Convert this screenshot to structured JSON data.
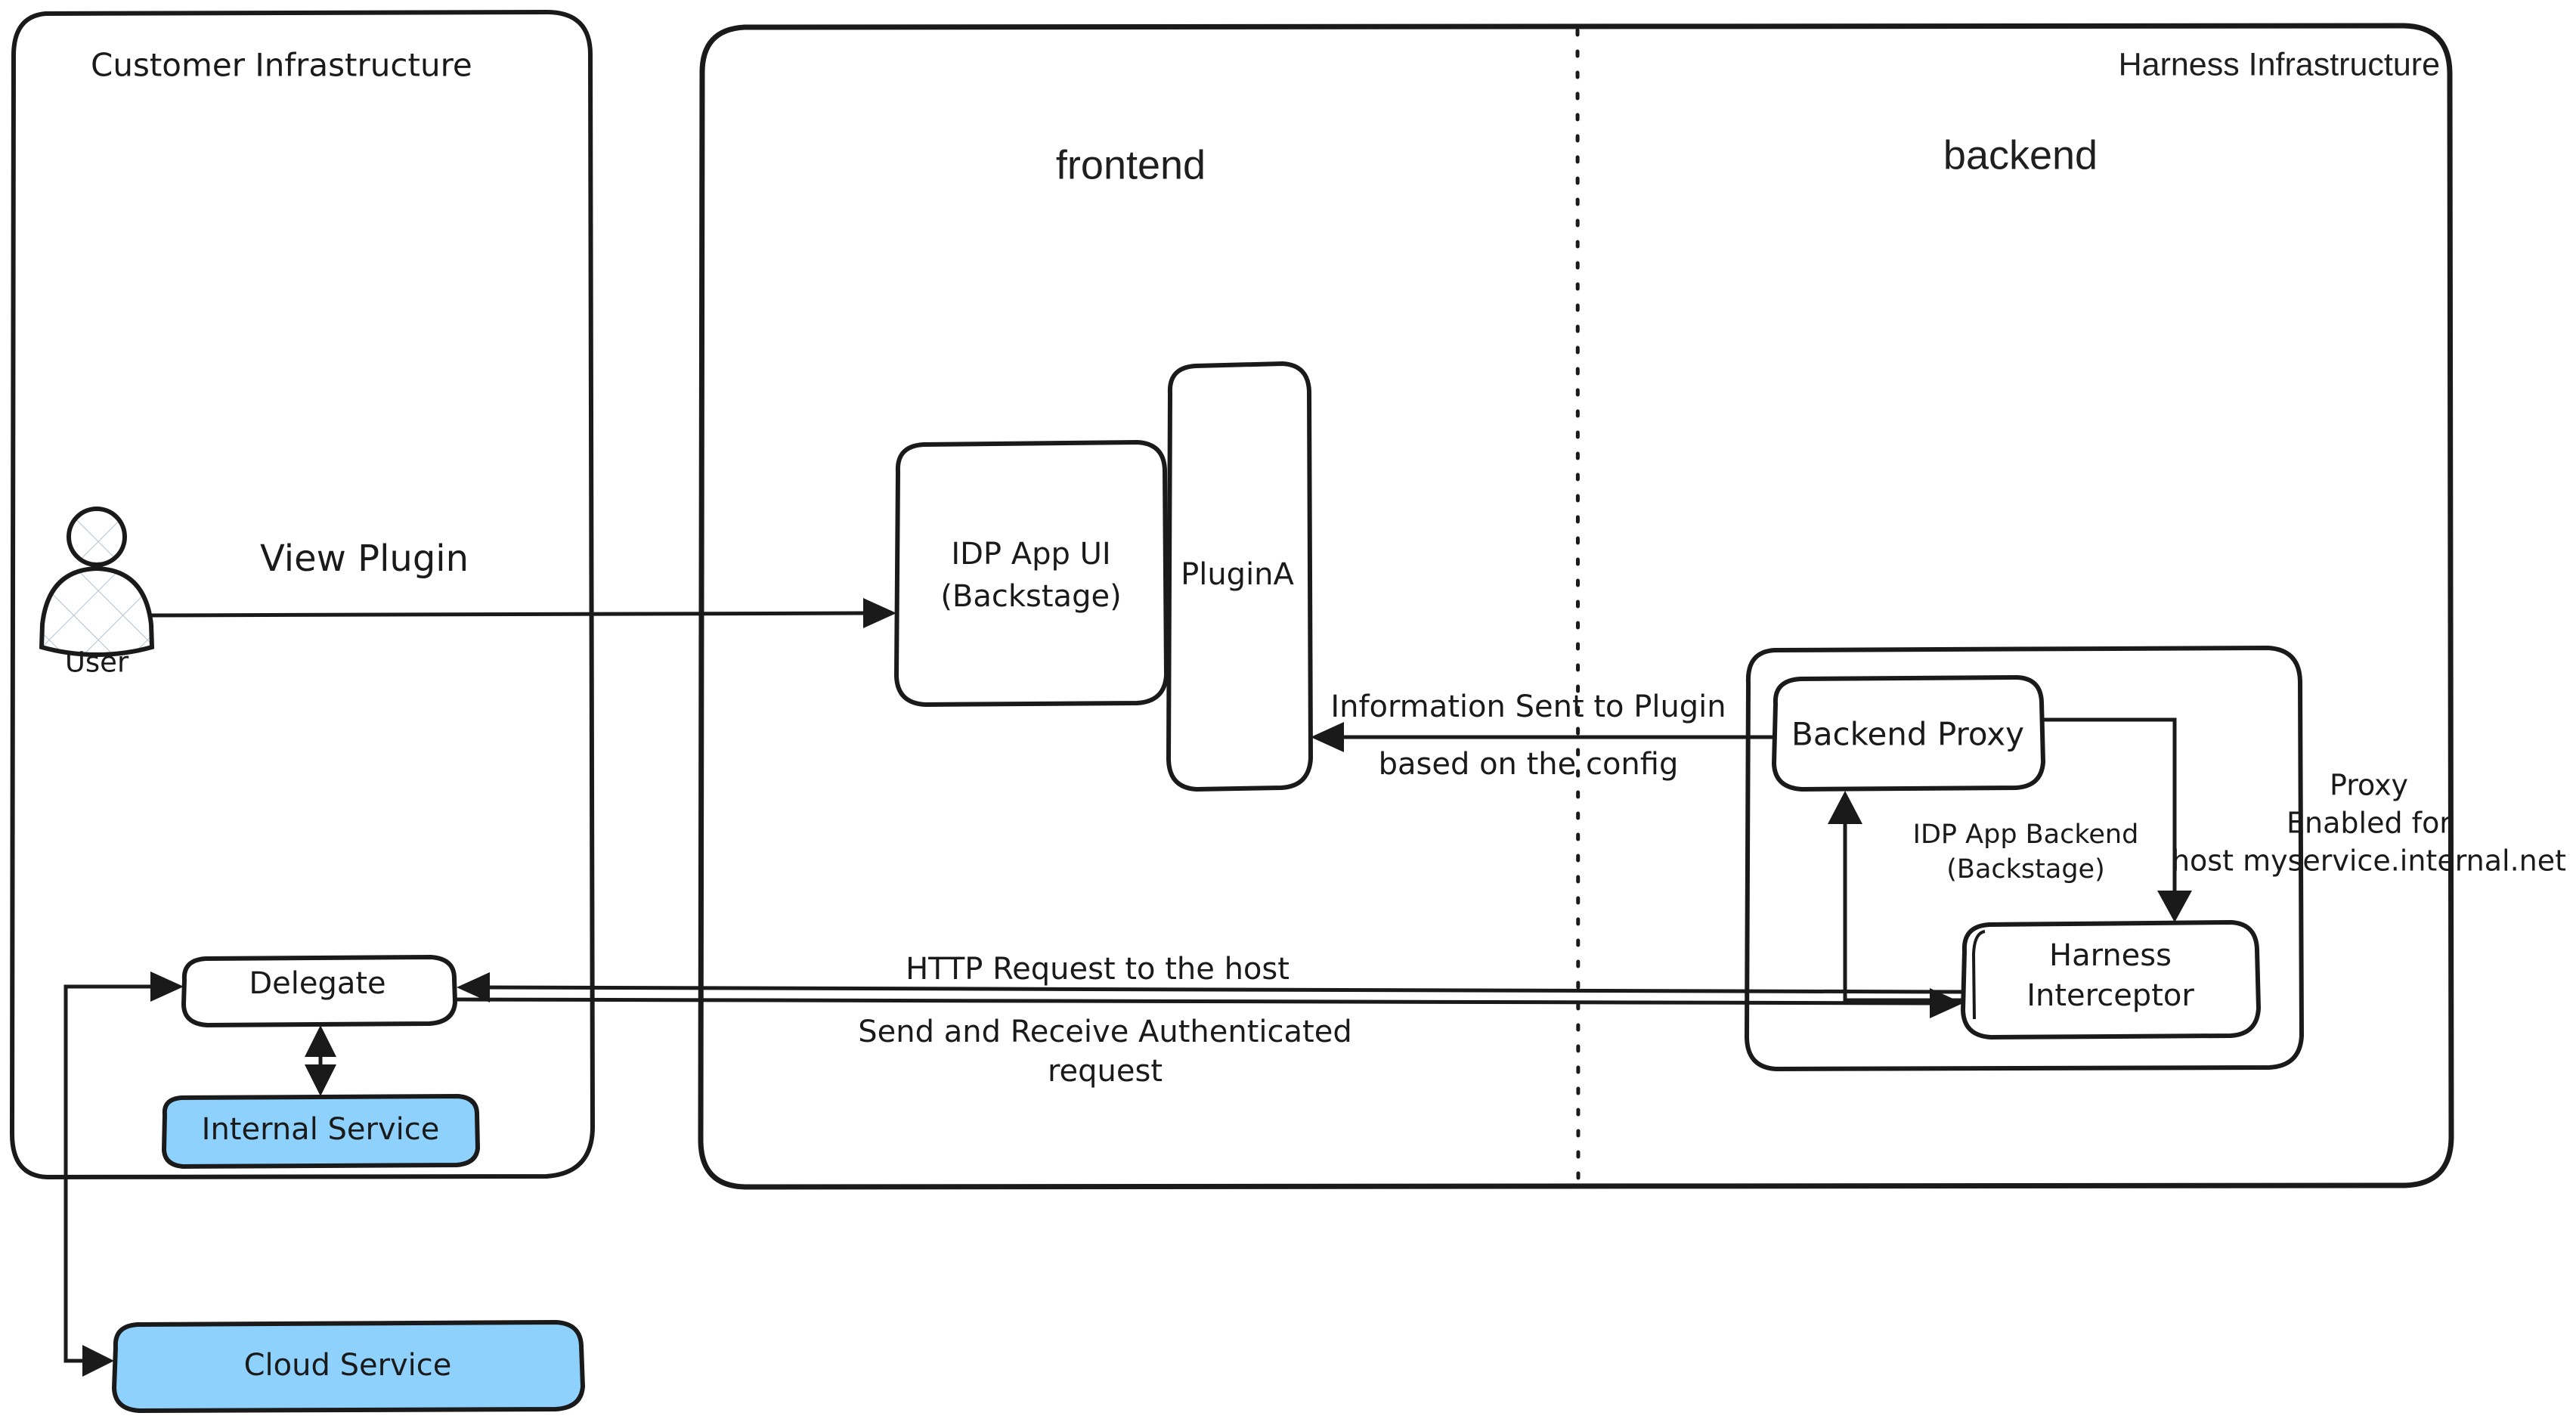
{
  "diagram": {
    "title": "Harness IDP Plugin Proxy Architecture",
    "colors": {
      "stroke": "#1a1a1a",
      "background": "#ffffff",
      "service_fill": "#8ed1fc",
      "hatch": "#b9c6d4"
    }
  },
  "containers": {
    "customer": {
      "label": "Customer Infrastructure"
    },
    "harness": {
      "label": "Harness Infrastructure"
    },
    "backend_app": {
      "label": "IDP App Backend\n(Backstage)",
      "line1": "IDP App Backend",
      "line2": "(Backstage)"
    }
  },
  "sections": {
    "frontend": {
      "label": "frontend"
    },
    "backend": {
      "label": "backend"
    }
  },
  "actors": {
    "user": {
      "label": "User"
    }
  },
  "nodes": {
    "idp_app_ui": {
      "line1": "IDP App UI",
      "line2": "(Backstage)"
    },
    "plugin_a": {
      "label": "PluginA"
    },
    "backend_proxy": {
      "label": "Backend Proxy"
    },
    "harness_interceptor": {
      "line1": "Harness",
      "line2": "Interceptor"
    },
    "delegate": {
      "label": "Delegate"
    },
    "internal_service": {
      "label": "Internal Service"
    },
    "cloud_service": {
      "label": "Cloud Service"
    }
  },
  "edges": {
    "view_plugin": {
      "label": "View Plugin"
    },
    "information_sent": {
      "line1": "Information Sent to Plugin",
      "line2": "based on the config"
    },
    "http_request": {
      "line1": "HTTP Request to the host",
      "line2": "Send and Receive Authenticated",
      "line3": "request"
    },
    "proxy_enabled": {
      "line1": "Proxy",
      "line2": "Enabled for",
      "line3": "host myservice.internal.net"
    }
  }
}
